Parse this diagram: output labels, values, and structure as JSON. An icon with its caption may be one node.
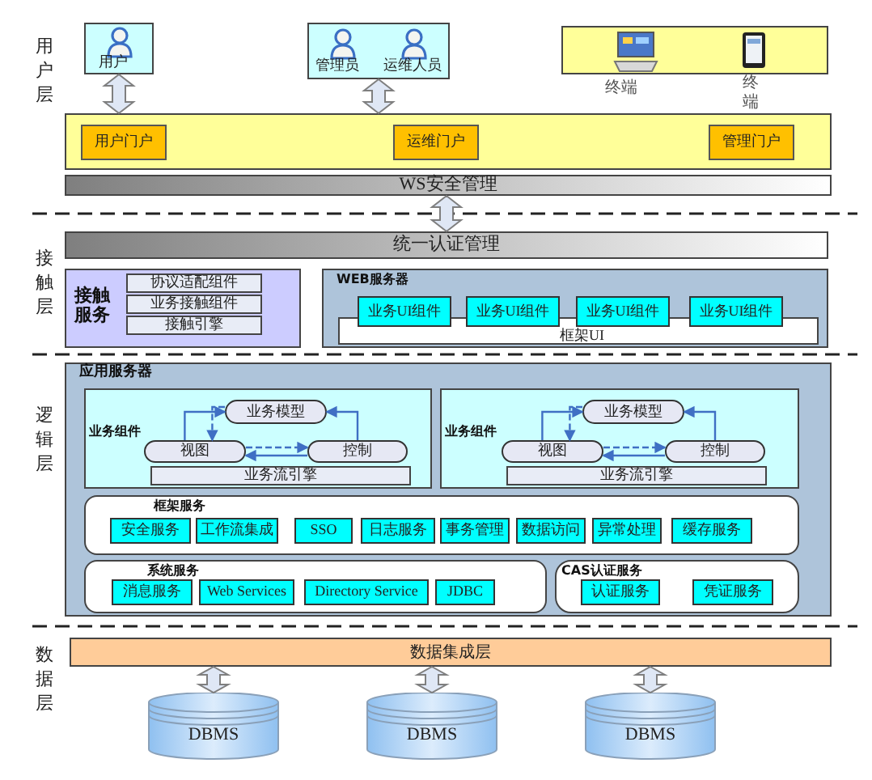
{
  "diagram": {
    "nodes": [
      {
        "text": [
          "用户"
        ]
      },
      {
        "text": [
          "管理员",
          "运维人员"
        ]
      },
      {
        "text": [],
        "shape": "box",
        "beside": [
          "终端",
          "终端"
        ]
      },
      {
        "text": [],
        "shape": "box"
      },
      {
        "text": [
          "用户门户"
        ],
        "in": 3
      },
      {
        "text": [
          "运维门户"
        ],
        "in": 3
      },
      {
        "text": [
          "管理门户"
        ],
        "in": 3
      },
      {
        "text": [
          "WS安全管理"
        ]
      },
      {
        "text": [
          "统一认证管理"
        ]
      },
      {
        "text": [
          "接触服务"
        ]
      },
      {
        "text": [
          "协议适配组件"
        ],
        "in": 9
      },
      {
        "text": [
          "业务接触组件"
        ],
        "in": 9
      },
      {
        "text": [
          "接触引擎"
        ],
        "in": 9
      },
      {
        "text": [
          "WEB服务器"
        ]
      },
      {
        "text": [
          "框架UI"
        ],
        "in": 13
      },
      {
        "text": [
          "业务UI组件"
        ],
        "in": 13
      },
      {
        "text": [
          "业务UI组件"
        ],
        "in": 13
      },
      {
        "text": [
          "业务UI组件"
        ],
        "in": 13
      },
      {
        "text": [
          "业务UI组件"
        ],
        "in": 13
      },
      {
        "text": [
          "应用服务器"
        ]
      },
      {
        "text": [
          "业务组件"
        ],
        "in": 19
      },
      {
        "text": [
          "业务模型"
        ],
        "in": 20
      },
      {
        "text": [
          "视图"
        ],
        "in": 20
      },
      {
        "text": [
          "控制"
        ],
        "in": 20
      },
      {
        "text": [
          "业务流引擎"
        ],
        "in": 20
      },
      {
        "text": [
          "业务组件"
        ],
        "in": 19
      },
      {
        "text": [
          "业务模型"
        ],
        "in": 25
      },
      {
        "text": [
          "视图"
        ],
        "in": 25
      },
      {
        "text": [
          "控制"
        ],
        "in": 25
      },
      {
        "text": [
          "业务流引擎"
        ],
        "in": 25
      },
      {
        "text": [
          "框架服务"
        ],
        "in": 19
      },
      {
        "text": [
          "安全服务"
        ],
        "in": 30
      },
      {
        "text": [
          "工作流集成"
        ],
        "in": 30
      },
      {
        "text": [
          "SSO"
        ],
        "in": 30
      },
      {
        "text": [
          "日志服务"
        ],
        "in": 30
      },
      {
        "text": [
          "事务管理"
        ],
        "in": 30
      },
      {
        "text": [
          "数据访问"
        ],
        "in": 30
      },
      {
        "text": [
          "异常处理"
        ],
        "in": 30
      },
      {
        "text": [
          "缓存服务"
        ],
        "in": 30
      },
      {
        "text": [
          "系统服务"
        ],
        "in": 19
      },
      {
        "text": [
          "消息服务"
        ],
        "in": 39
      },
      {
        "text": [
          "Web Services"
        ],
        "in": 39
      },
      {
        "text": [
          "Directory Service"
        ],
        "in": 39
      },
      {
        "text": [
          "JDBC"
        ],
        "in": 39
      },
      {
        "text": [
          "CAS认证服务"
        ],
        "in": 19
      },
      {
        "text": [
          "认证服务"
        ],
        "in": 44
      },
      {
        "text": [
          "凭证服务"
        ],
        "in": 44
      },
      {
        "text": [
          "数据集成层"
        ]
      },
      {
        "text": [
          "DBMS"
        ]
      },
      {
        "text": [
          "DBMS"
        ]
      },
      {
        "text": [
          "DBMS"
        ]
      }
    ],
    "edges": [
      {
        "from": 0,
        "to": 3,
        "arrow": "both",
        "style": "thick"
      },
      {
        "from": 1,
        "to": 3,
        "arrow": "both",
        "style": "thick"
      },
      {
        "from": 7,
        "to": 8,
        "arrow": "both",
        "style": "thick"
      },
      {
        "from": 22,
        "to": 21,
        "arrow": "to"
      },
      {
        "from": 21,
        "to": 22,
        "arrow": "to",
        "style": "dashed"
      },
      {
        "from": 22,
        "to": 23,
        "arrow": "to",
        "style": "dashed"
      },
      {
        "from": 23,
        "to": 22,
        "arrow": "to"
      },
      {
        "from": 23,
        "to": 21,
        "arrow": "to"
      },
      {
        "from": 27,
        "to": 26,
        "arrow": "to"
      },
      {
        "from": 26,
        "to": 27,
        "arrow": "to",
        "style": "dashed"
      },
      {
        "from": 27,
        "to": 28,
        "arrow": "to",
        "style": "dashed"
      },
      {
        "from": 28,
        "to": 27,
        "arrow": "to"
      },
      {
        "from": 28,
        "to": 26,
        "arrow": "to"
      },
      {
        "from": 47,
        "to": 48,
        "arrow": "both",
        "style": "thick"
      },
      {
        "from": 47,
        "to": 49,
        "arrow": "both",
        "style": "thick"
      },
      {
        "from": 47,
        "to": 50,
        "arrow": "both",
        "style": "thick"
      }
    ],
    "labels": [
      "用户层",
      "接触层",
      "逻辑层",
      "数据层"
    ]
  }
}
